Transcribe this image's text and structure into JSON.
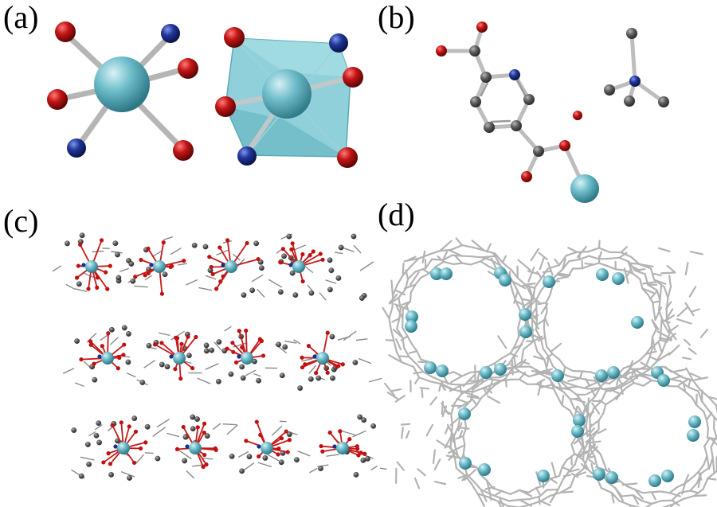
{
  "panels": {
    "a": {
      "label": "(a)"
    },
    "b": {
      "label": "(b)"
    },
    "c": {
      "label": "(c)"
    },
    "d": {
      "label": "(d)"
    }
  },
  "colors": {
    "metal": "#5fb0c0",
    "oxygen": "#b00d0d",
    "nitrogen": "#1a2f8a",
    "carbon": "#5a5a5a",
    "bond": "#bcbcbc",
    "polyhedron": "#7cc8d3",
    "framework": "#b8b8b8"
  }
}
